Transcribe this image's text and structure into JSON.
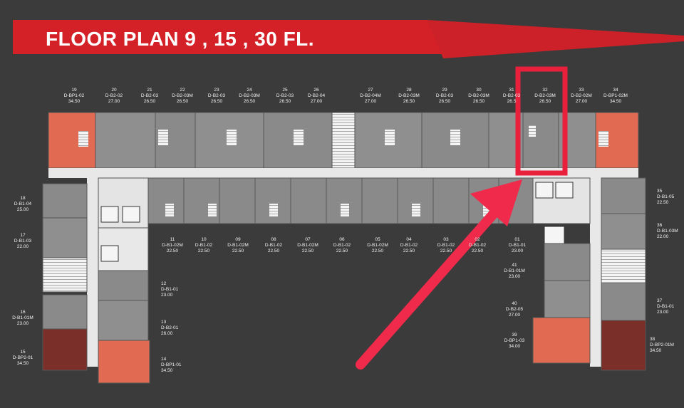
{
  "header": {
    "title": "FLOOR PLAN 9 , 15 , 30 FL."
  },
  "colors": {
    "banner": "#d42027",
    "background": "#3b3b3b",
    "corridor": "#e8e8e8",
    "unit_grey": "#8a8a8a",
    "unit_light": "#b5b5b5",
    "unit_orange": "#e06a52",
    "unit_dark_red": "#7a2f28",
    "highlight": "#e8203c"
  },
  "highlight": {
    "unit": "32"
  },
  "units": [
    {
      "no": "19",
      "type": "D-BP1-02",
      "area": "34.50"
    },
    {
      "no": "20",
      "type": "D-B2-02",
      "area": "27.00"
    },
    {
      "no": "21",
      "type": "D-B2-03",
      "area": "26.50"
    },
    {
      "no": "22",
      "type": "D-B2-03M",
      "area": "26.50"
    },
    {
      "no": "23",
      "type": "D-B2-03",
      "area": "26.50"
    },
    {
      "no": "24",
      "type": "D-B2-03M",
      "area": "26.50"
    },
    {
      "no": "25",
      "type": "D-B2-03",
      "area": "26.50"
    },
    {
      "no": "26",
      "type": "D-B2-04",
      "area": "27.00"
    },
    {
      "no": "27",
      "type": "D-B2-04M",
      "area": "27.00"
    },
    {
      "no": "28",
      "type": "D-B2-03M",
      "area": "26.50"
    },
    {
      "no": "29",
      "type": "D-B2-03",
      "area": "26.50"
    },
    {
      "no": "30",
      "type": "D-B2-03M",
      "area": "26.50"
    },
    {
      "no": "31",
      "type": "D-B2-03",
      "area": "26.5"
    },
    {
      "no": "32",
      "type": "D-B2-03M",
      "area": "26.50"
    },
    {
      "no": "33",
      "type": "D-B2-02M",
      "area": "27.00"
    },
    {
      "no": "34",
      "type": "D-BP1-02M",
      "area": "34.50"
    },
    {
      "no": "18",
      "type": "D-B1-04",
      "area": "25.00"
    },
    {
      "no": "17",
      "type": "D-B1-03",
      "area": "22.00"
    },
    {
      "no": "16",
      "type": "D-B1-01M",
      "area": "23.00"
    },
    {
      "no": "15",
      "type": "D-BP2-01",
      "area": "34.50"
    },
    {
      "no": "11",
      "type": "D-B1-02M",
      "area": "22.50"
    },
    {
      "no": "10",
      "type": "D-B1-02",
      "area": "22.50"
    },
    {
      "no": "09",
      "type": "D-B1-02M",
      "area": "22.50"
    },
    {
      "no": "08",
      "type": "D-B1-02",
      "area": "22.50"
    },
    {
      "no": "07",
      "type": "D-B1-02M",
      "area": "22.50"
    },
    {
      "no": "06",
      "type": "D-B1-02",
      "area": "22.50"
    },
    {
      "no": "05",
      "type": "D-B1-02M",
      "area": "22.50"
    },
    {
      "no": "04",
      "type": "D-B1-02",
      "area": "22.50"
    },
    {
      "no": "03",
      "type": "D-B1-02",
      "area": "22.50"
    },
    {
      "no": "02",
      "type": "D-B1-02",
      "area": "22.50"
    },
    {
      "no": "01",
      "type": "D-B1-01",
      "area": "23.00"
    },
    {
      "no": "12",
      "type": "D-B1-01",
      "area": "23.00"
    },
    {
      "no": "13",
      "type": "D-B2-01",
      "area": "26.00"
    },
    {
      "no": "14",
      "type": "D-BP1-01",
      "area": "34.50"
    },
    {
      "no": "41",
      "type": "D-B1-01M",
      "area": "23.00"
    },
    {
      "no": "40",
      "type": "D-B2-05",
      "area": "27.00"
    },
    {
      "no": "39",
      "type": "D-BP1-03",
      "area": "34.00"
    },
    {
      "no": "35",
      "type": "D-B1-05",
      "area": "22.50"
    },
    {
      "no": "36",
      "type": "D-B1-03M",
      "area": "22.00"
    },
    {
      "no": "37",
      "type": "D-B1-01",
      "area": "23.00"
    },
    {
      "no": "38",
      "type": "D-BP2-01M",
      "area": "34.50"
    }
  ]
}
